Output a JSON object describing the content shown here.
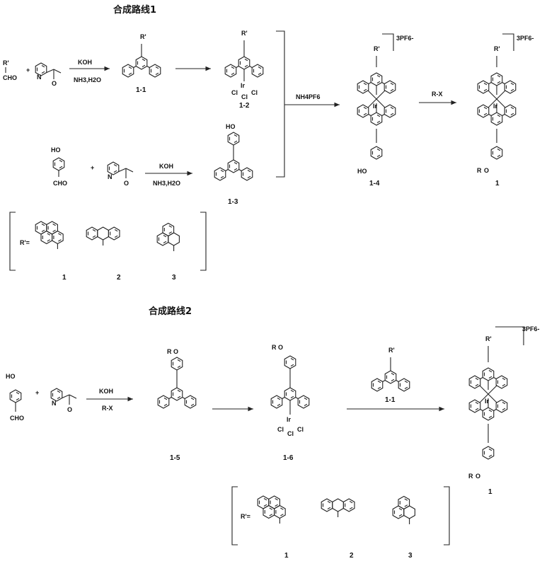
{
  "route1": {
    "title": "合成路线1",
    "step1_reagents": [
      "KOH",
      "NH3,H2O"
    ],
    "step4_reagent": "NH4PF6",
    "step5_reagent": "R-X",
    "step3_reagents": [
      "KOH",
      "NH3,H2O"
    ],
    "compounds": [
      "1-1",
      "1-2",
      "1-3",
      "1-4",
      "1"
    ],
    "counterion": "3PF6-",
    "r_prime_label": "R'=",
    "r_options": [
      "1",
      "2",
      "3"
    ]
  },
  "route2": {
    "title": "合成路线2",
    "step1_reagents": [
      "KOH",
      "R-X"
    ],
    "ligand_label": "1-1",
    "compounds": [
      "1-5",
      "1-6",
      "1"
    ],
    "counterion": "3PF6-",
    "r_prime_label": "R'=",
    "r_options": [
      "1",
      "2",
      "3"
    ]
  },
  "atoms": {
    "cho": "CHO",
    "r_prime": "R'",
    "ho": "HO",
    "n": "N",
    "ir": "Ir",
    "cl": "Cl",
    "r_o": "R",
    "o": "O"
  }
}
